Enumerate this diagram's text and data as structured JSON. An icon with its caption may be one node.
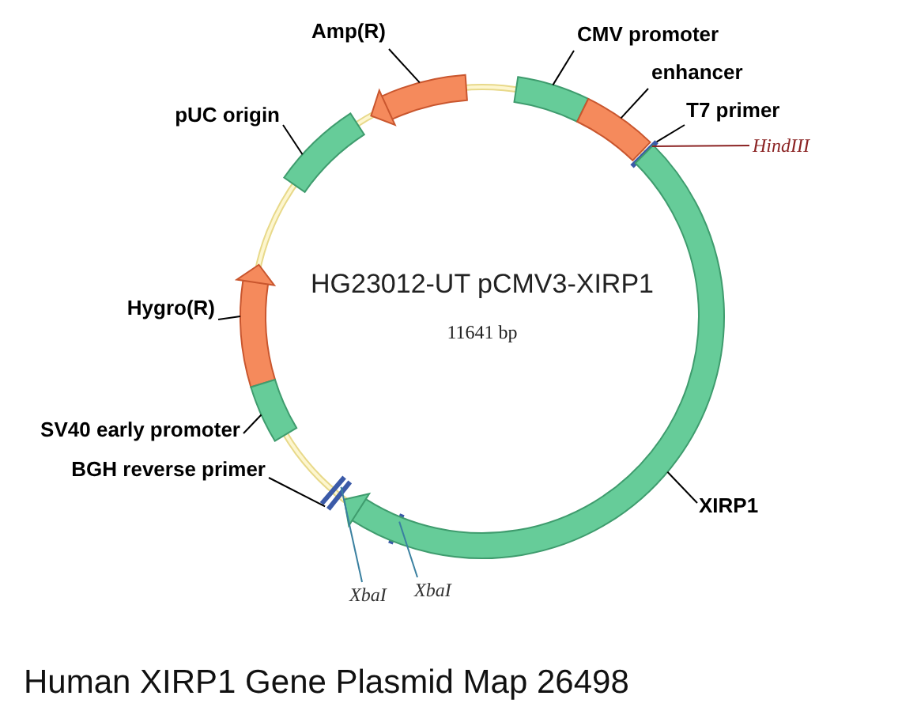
{
  "diagram": {
    "caption": "Human XIRP1 Gene Plasmid Map 26498",
    "nodes": [
      {
        "text": [
          "Amp(R)"
        ]
      },
      {
        "text": [],
        "shape": "arrow"
      },
      {
        "text": [
          "CMV promoter"
        ]
      },
      {
        "text": [],
        "shape": "bar"
      },
      {
        "text": [
          "enhancer"
        ]
      },
      {
        "text": [],
        "shape": "bar"
      },
      {
        "text": [
          "T7 primer"
        ]
      },
      {
        "text": [
          "HindIII"
        ]
      },
      {
        "text": [],
        "shape": "bar"
      },
      {
        "text": [
          "pUC origin"
        ]
      },
      {
        "text": [],
        "shape": "bar"
      },
      {
        "text": [
          "Hygro(R)"
        ]
      },
      {
        "text": [],
        "shape": "arrow"
      },
      {
        "text": [
          "SV40 early promoter"
        ]
      },
      {
        "text": [],
        "shape": "bar"
      },
      {
        "text": [
          "BGH reverse primer"
        ]
      },
      {
        "text": [],
        "shape": "bar"
      },
      {
        "text": [
          "XbaI"
        ]
      },
      {
        "text": [
          "XbaI"
        ]
      },
      {
        "text": [],
        "shape": "bar",
        "in": 21
      },
      {
        "text": [
          "XIRP1"
        ]
      },
      {
        "text": [],
        "shape": "arrow"
      }
    ],
    "edges": [
      {
        "from": 0,
        "to": 1,
        "arrow": "none"
      },
      {
        "from": 2,
        "to": 3,
        "arrow": "none"
      },
      {
        "from": 4,
        "to": 5,
        "arrow": "none"
      },
      {
        "from": 6,
        "to": 8,
        "arrow": "none"
      },
      {
        "from": 7,
        "to": 8,
        "arrow": "none",
        "color": "#8b2323"
      },
      {
        "from": 9,
        "to": 10,
        "arrow": "none"
      },
      {
        "from": 11,
        "to": 12,
        "arrow": "none"
      },
      {
        "from": 13,
        "to": 14,
        "arrow": "none"
      },
      {
        "from": 15,
        "to": 16,
        "arrow": "none"
      },
      {
        "from": 17,
        "to": 16,
        "arrow": "none",
        "color": "#3a80a0"
      },
      {
        "from": 18,
        "to": 19,
        "arrow": "none",
        "color": "#3a80a0"
      },
      {
        "from": 20,
        "to": 21,
        "arrow": "none"
      }
    ],
    "labels": [
      "HG23012-UT pCMV3-XIRP1",
      "11641 bp"
    ]
  }
}
